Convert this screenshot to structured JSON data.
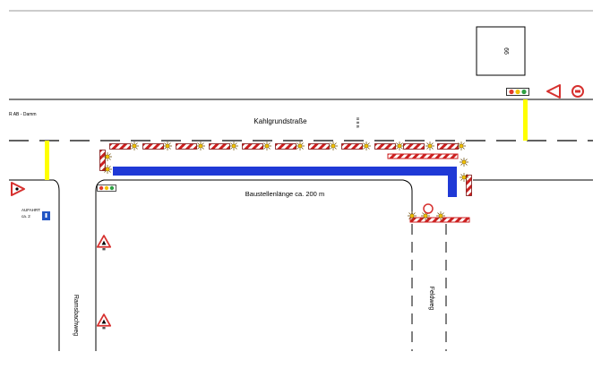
{
  "labels": {
    "street_main": "Kahlgrundstraße",
    "street_left": "Ramsbachweg",
    "street_right": "Feldweg",
    "construction_length": "Baustellenlänge ca. 200 m",
    "top_left_note": "R AB - Damm",
    "building_number": "66",
    "small_sign_line1": "AUFAHRT",
    "small_sign_line2": "ca. 2",
    "vertical_mark": "B B B"
  },
  "colors": {
    "road_line": "#000000",
    "work_zone": "#1f39d6",
    "traffic_gate": "#ffff00",
    "barrier_red": "#cc1f1f",
    "sign_red": "#d6302e",
    "sign_blue": "#2255c4"
  },
  "icons": {
    "traffic_light": "traffic-light-icon",
    "warning_sign": "roadworks-warning-icon",
    "give_way_sign": "give-way-icon",
    "no_entry_sign": "prohibition-sign-icon",
    "barrier_board": "barrier-board-icon",
    "warning_lamp": "warning-lamp-icon"
  }
}
